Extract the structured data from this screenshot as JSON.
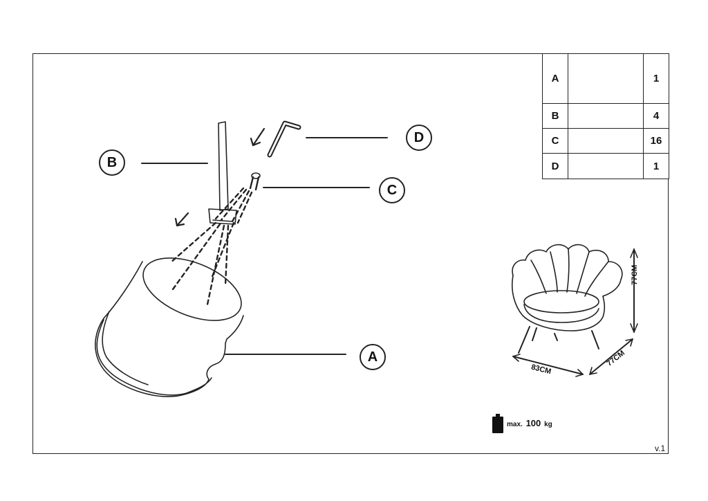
{
  "callouts": {
    "A": "A",
    "B": "B",
    "C": "C",
    "D": "D"
  },
  "parts_table": [
    {
      "letter": "A",
      "icon": "armchair-icon",
      "qty": "1"
    },
    {
      "letter": "B",
      "icon": "leg-icon",
      "qty": "4"
    },
    {
      "letter": "C",
      "icon": "bolt-icon",
      "qty": "16"
    },
    {
      "letter": "D",
      "icon": "allen-key-icon",
      "qty": "1"
    }
  ],
  "dimensions": {
    "height": "77CM",
    "width": "83CM",
    "depth": "77CM"
  },
  "max_load": {
    "prefix": "max.",
    "value": "100",
    "unit": "kg"
  },
  "version": "v.1"
}
